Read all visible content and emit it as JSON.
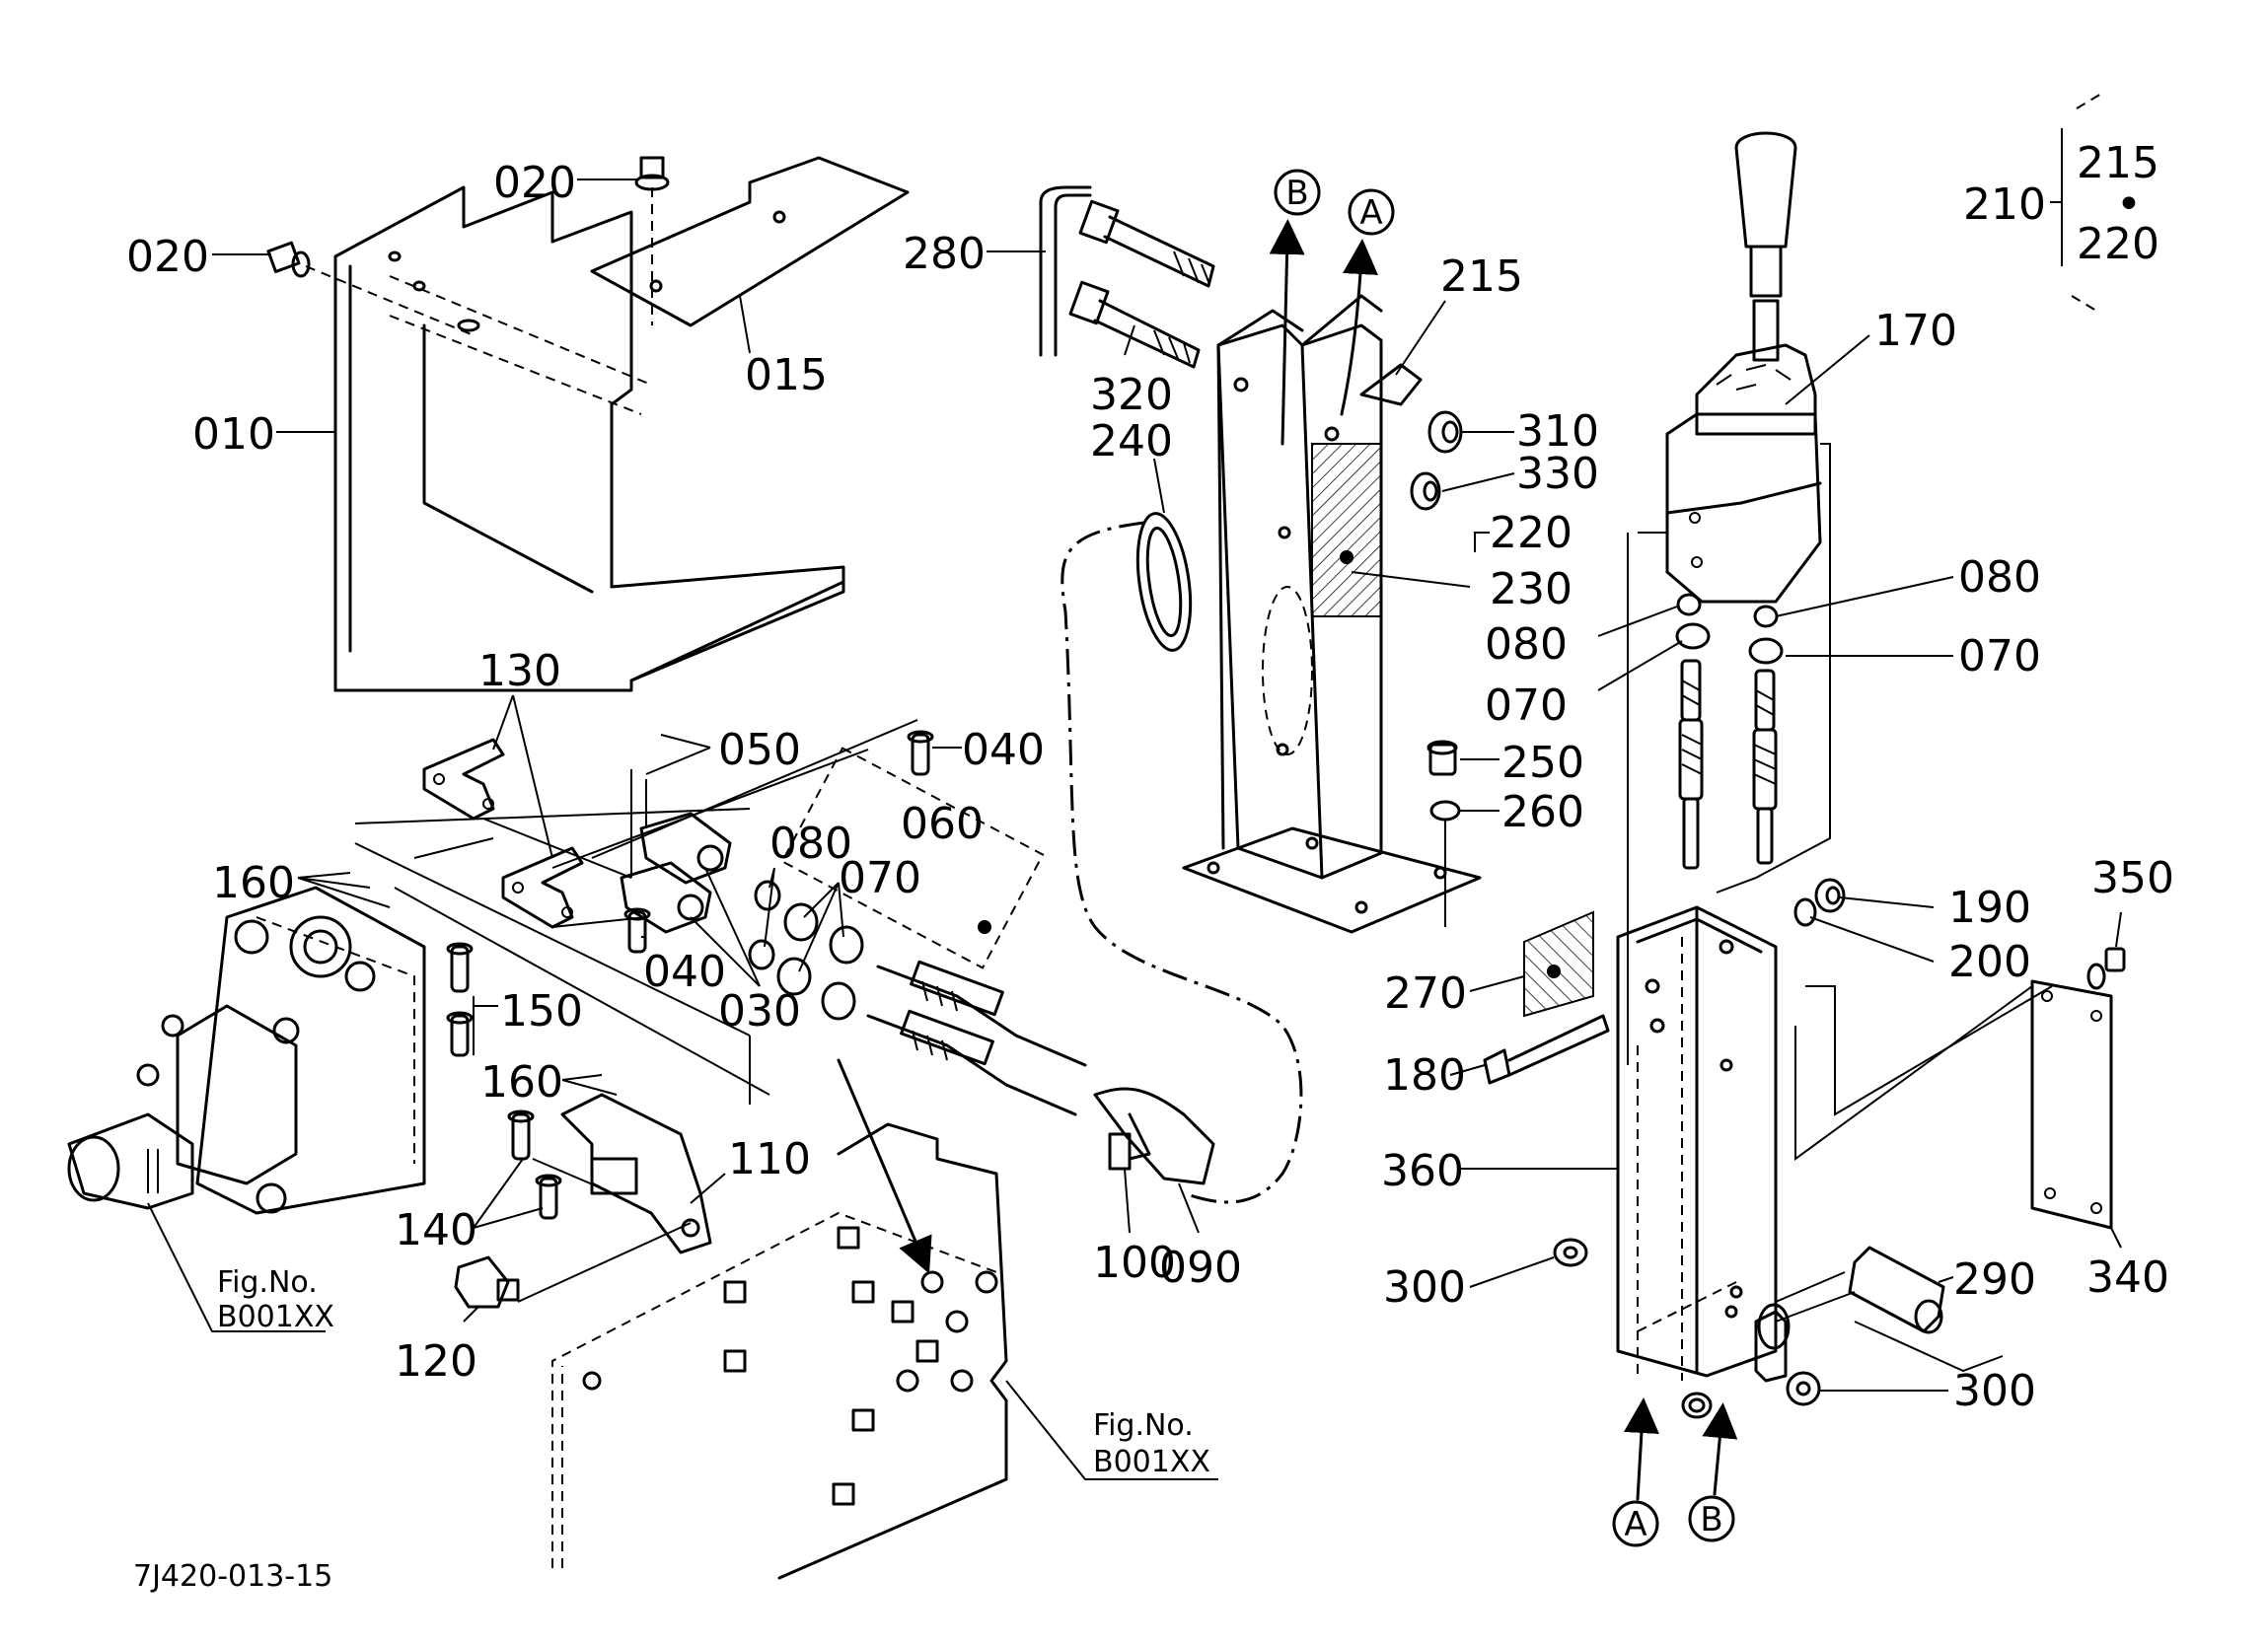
{
  "drawing_code": "7J420-013-15",
  "reference_markers": [
    "A",
    "B"
  ],
  "figure_references": [
    {
      "prefix": "Fig.No.",
      "code": "B001XX"
    },
    {
      "prefix": "Fig.No.",
      "code": "B001XX"
    }
  ],
  "set_note": {
    "number": "210",
    "members": [
      "215",
      "220"
    ],
    "separator": "•"
  },
  "callouts": [
    "010",
    "015",
    "020",
    "020",
    "030",
    "040",
    "040",
    "050",
    "060",
    "070",
    "070",
    "070",
    "080",
    "080",
    "080",
    "090",
    "100",
    "110",
    "120",
    "130",
    "140",
    "150",
    "160",
    "160",
    "170",
    "180",
    "190",
    "200",
    "215",
    "220",
    "230",
    "240",
    "250",
    "260",
    "270",
    "280",
    "290",
    "300",
    "300",
    "310",
    "320",
    "330",
    "340",
    "350",
    "360"
  ]
}
